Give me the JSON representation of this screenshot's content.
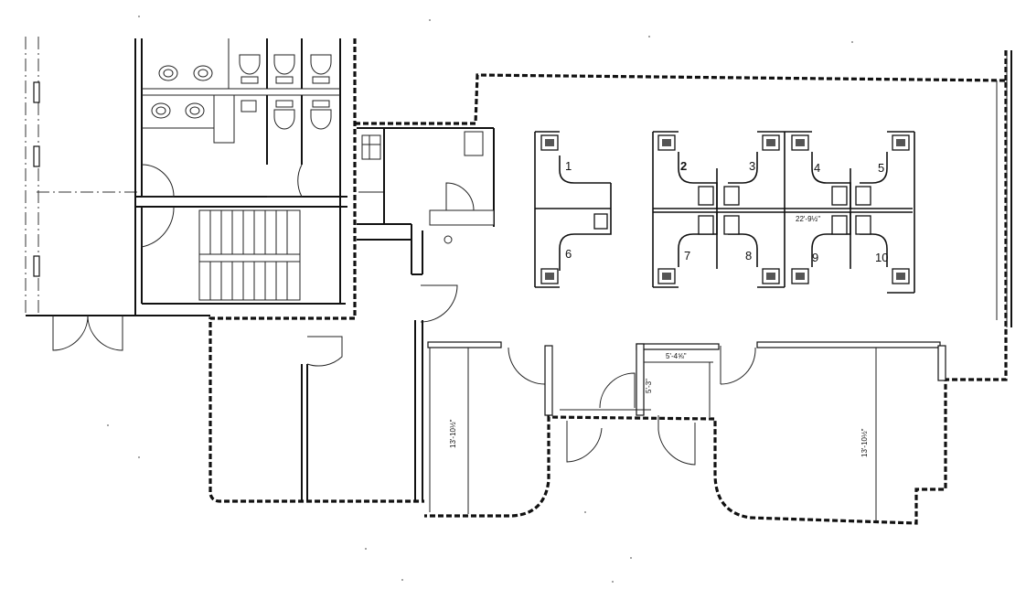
{
  "workstations": [
    {
      "label": "1"
    },
    {
      "label": "2"
    },
    {
      "label": "3"
    },
    {
      "label": "4"
    },
    {
      "label": "5"
    },
    {
      "label": "6"
    },
    {
      "label": "7"
    },
    {
      "label": "8"
    },
    {
      "label": "9"
    },
    {
      "label": "10"
    }
  ],
  "dimensions": {
    "aisle": "22'-9½\"",
    "office_left_depth": "13'-10½\"",
    "office_right_depth": "13'-10½\"",
    "closet_width": "5'-4⅝\"",
    "closet_depth": "5'-3\""
  }
}
